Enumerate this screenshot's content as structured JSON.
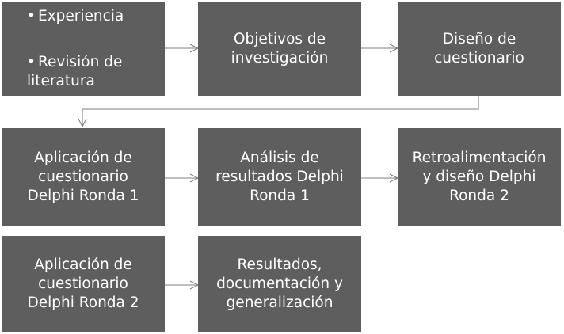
{
  "diagram": {
    "colors": {
      "box_fill": "#5e5e5e",
      "box_text": "#ffffff",
      "connector": "#7f7f7f"
    },
    "boxes": [
      {
        "id": "experience",
        "items": [
          "Experiencia",
          "Revisión de",
          "literatura"
        ]
      },
      {
        "id": "objectives",
        "label": "Objetivos de\ninvestigación"
      },
      {
        "id": "design",
        "label": "Diseño de\ncuestionario"
      },
      {
        "id": "apply1",
        "label": "Aplicación de\ncuestionario\nDelphi Ronda 1"
      },
      {
        "id": "analysis1",
        "label": "Análisis de\nresultados Delphi\nRonda 1"
      },
      {
        "id": "feedback",
        "label": "Retroalimentación\ny diseño Delphi\nRonda 2"
      },
      {
        "id": "apply2",
        "label": "Aplicación de\ncuestionario\nDelphi Ronda 2"
      },
      {
        "id": "results",
        "label": "Resultados,\ndocumentación y\ngeneralización"
      }
    ]
  }
}
